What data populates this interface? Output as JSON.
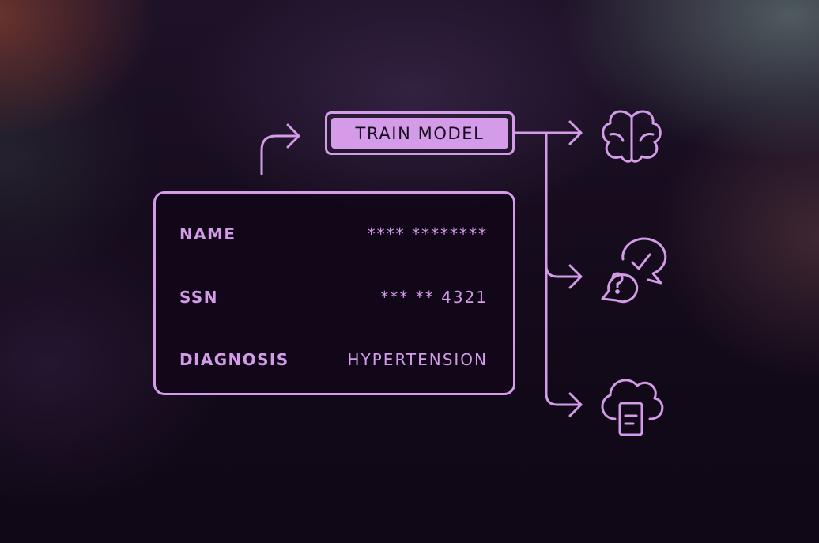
{
  "train_model": {
    "label": "TRAIN MODEL"
  },
  "record": {
    "fields": [
      {
        "label": "NAME",
        "value": "**** ********"
      },
      {
        "label": "SSN",
        "value": "*** ** 4321"
      },
      {
        "label": "DIAGNOSIS",
        "value": "HYPERTENSION"
      }
    ]
  },
  "outputs": [
    {
      "icon": "brain-icon"
    },
    {
      "icon": "chat-question-check-icon"
    },
    {
      "icon": "cloud-document-icon"
    }
  ],
  "colors": {
    "accent": "#d39be8",
    "background": "#140a1c",
    "text_dark": "#150a1d"
  }
}
